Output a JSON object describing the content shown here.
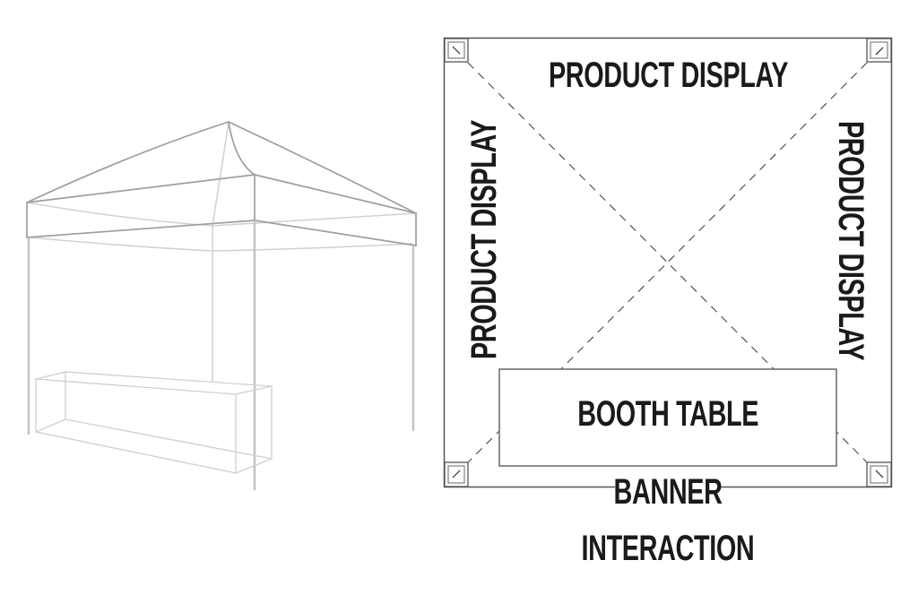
{
  "diagram": {
    "left": {
      "description": "Line drawing of a pop-up canopy tent with a display table underneath"
    },
    "floorplan": {
      "labels": {
        "top": "PRODUCT DISPLAY",
        "left": "PRODUCT DISPLAY",
        "right": "PRODUCT DISPLAY",
        "table": "BOOTH TABLE",
        "bottom_line1": "BANNER",
        "bottom_line2": "INTERACTION"
      },
      "colors": {
        "text": "#1a1a1a",
        "frame": "#555555",
        "tent_line": "#a8a8a8",
        "tent_line_light": "#cfcfcf"
      }
    }
  }
}
